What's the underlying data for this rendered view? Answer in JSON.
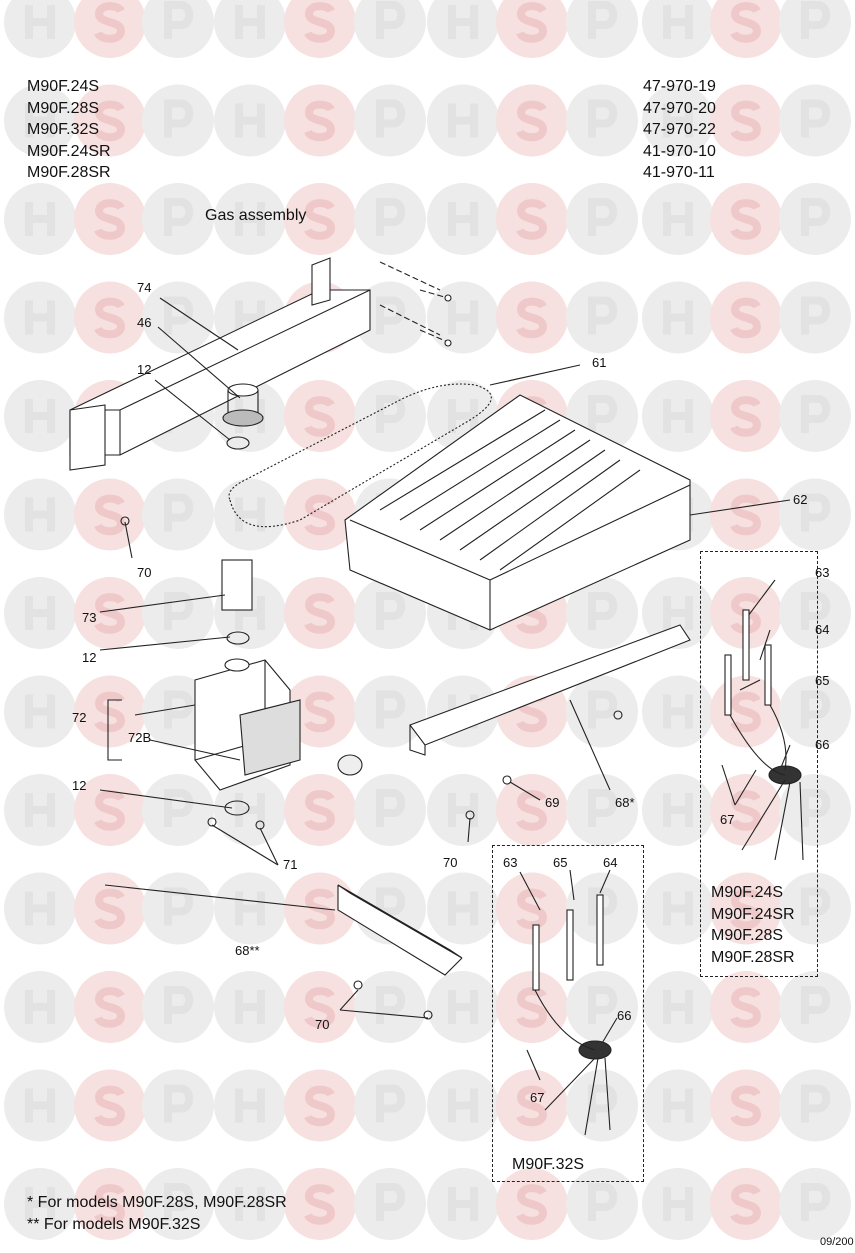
{
  "models": [
    "M90F.24S",
    "M90F.28S",
    "M90F.32S",
    "M90F.24SR",
    "M90F.28SR"
  ],
  "part_codes": [
    "47-970-19",
    "47-970-20",
    "47-970-22",
    "41-970-10",
    "41-970-11"
  ],
  "title": "Gas assembly",
  "callouts": {
    "c74": "74",
    "c46": "46",
    "c12a": "12",
    "c61": "61",
    "c62": "62",
    "c70a": "70",
    "c73": "73",
    "c12b": "12",
    "c72": "72",
    "c72b": "72B",
    "c12c": "12",
    "c71": "71",
    "c69": "69",
    "c68s": "68*",
    "c70b": "70",
    "c63a": "63",
    "c64a": "64",
    "c65a": "65",
    "c66a": "66",
    "c67a": "67",
    "c68ss": "68**",
    "c70c": "70",
    "c63b": "63",
    "c65b": "65",
    "c64b": "64",
    "c66b": "66",
    "c67b": "67"
  },
  "box_right_models": [
    "M90F.24S",
    "M90F.24SR",
    "M90F.28S",
    "M90F.28SR"
  ],
  "box_bottom_model": "M90F.32S",
  "footnotes": [
    "* For models M90F.28S, M90F.28SR",
    "** For models M90F.32S"
  ],
  "page_code": "09/200",
  "watermark": {
    "letters": [
      "H",
      "S",
      "P"
    ],
    "colors": {
      "grey": "#ececec",
      "red": "#f6e0e0",
      "letter_grey": "#e2e2e2",
      "letter_red": "#efc9c9"
    }
  }
}
